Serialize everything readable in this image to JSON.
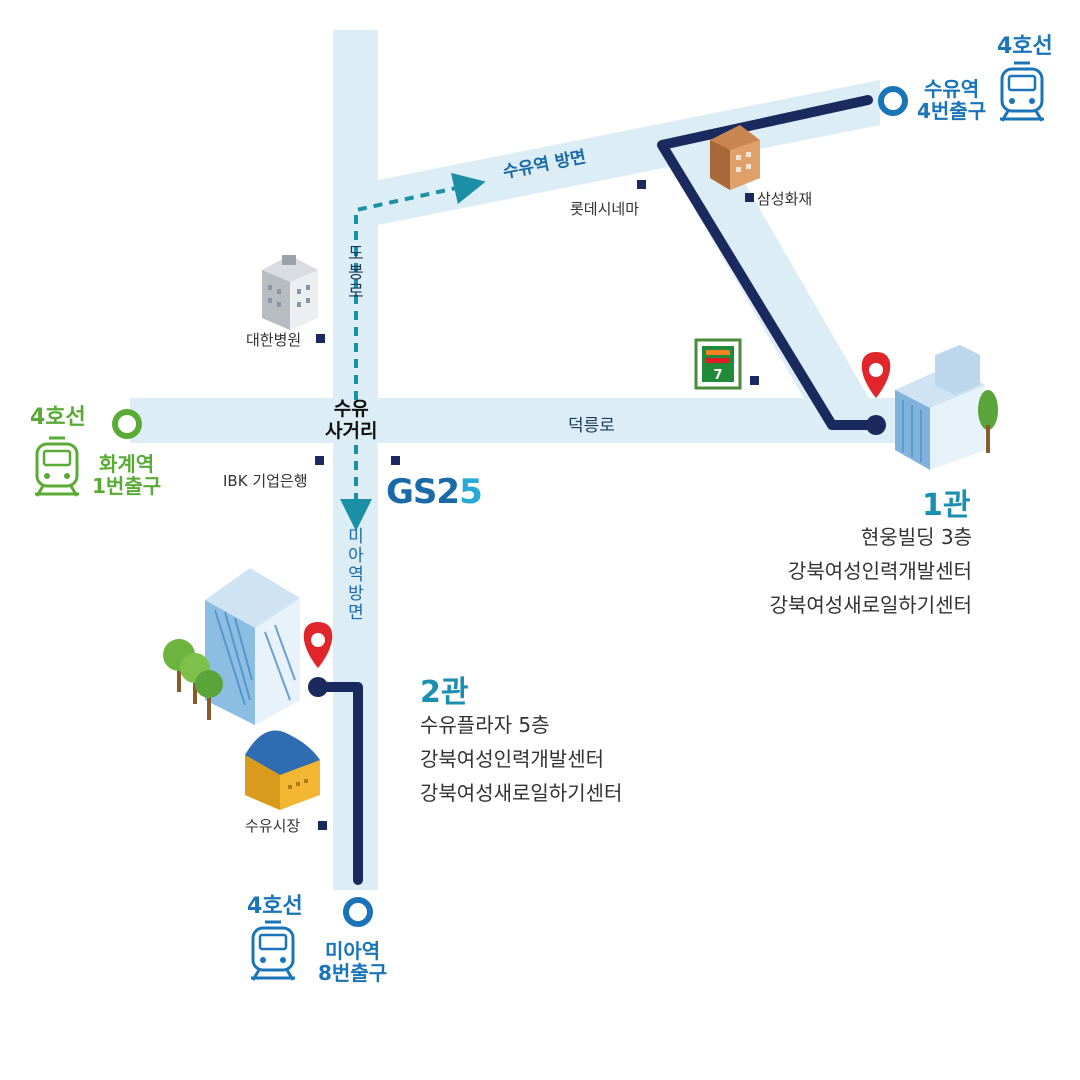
{
  "colors": {
    "road_fill": "#dcedf5",
    "route_line": "#1b2a5e",
    "walk_arrow": "#1b8fa6",
    "line4_blue": "#1a74b8",
    "line4_green": "#5aab35",
    "pin_red": "#e0262b",
    "branch_title": "#1a8fb0"
  },
  "stations": {
    "suyu": {
      "line": "4호선",
      "name_line1": "수유역",
      "name_line2": "4번출구",
      "icon": "train-icon"
    },
    "hwagye": {
      "line": "4호선",
      "name_line1": "화계역",
      "name_line2": "1번출구",
      "icon": "train-icon"
    },
    "mia": {
      "line": "4호선",
      "name_line1": "미아역",
      "name_line2": "8번출구",
      "icon": "train-icon"
    }
  },
  "roads": {
    "suyu_direction": "수유역 방면",
    "dobong_ro": [
      "도",
      "봉",
      "로"
    ],
    "mia_direction": [
      "미",
      "아",
      "역",
      "방",
      "면"
    ],
    "deokneung_ro": "덕릉로",
    "intersection_line1": "수유",
    "intersection_line2": "사거리"
  },
  "landmarks": {
    "lotte_cinema": "롯데시네마",
    "samsung_fire": "삼성화재",
    "daehan_hospital": "대한병원",
    "ibk_bank": "IBK 기업은행",
    "suyu_market": "수유시장",
    "gs25_prefix": "GS2",
    "gs25_suffix": "5",
    "seven_eleven_icon": "seven-eleven-logo"
  },
  "branches": {
    "branch1": {
      "title": "1관",
      "lines": [
        "현웅빌딩 3층",
        "강북여성인력개발센터",
        "강북여성새로일하기센터"
      ]
    },
    "branch2": {
      "title": "2관",
      "lines": [
        "수유플라자 5층",
        "강북여성인력개발센터",
        "강북여성새로일하기센터"
      ]
    }
  }
}
